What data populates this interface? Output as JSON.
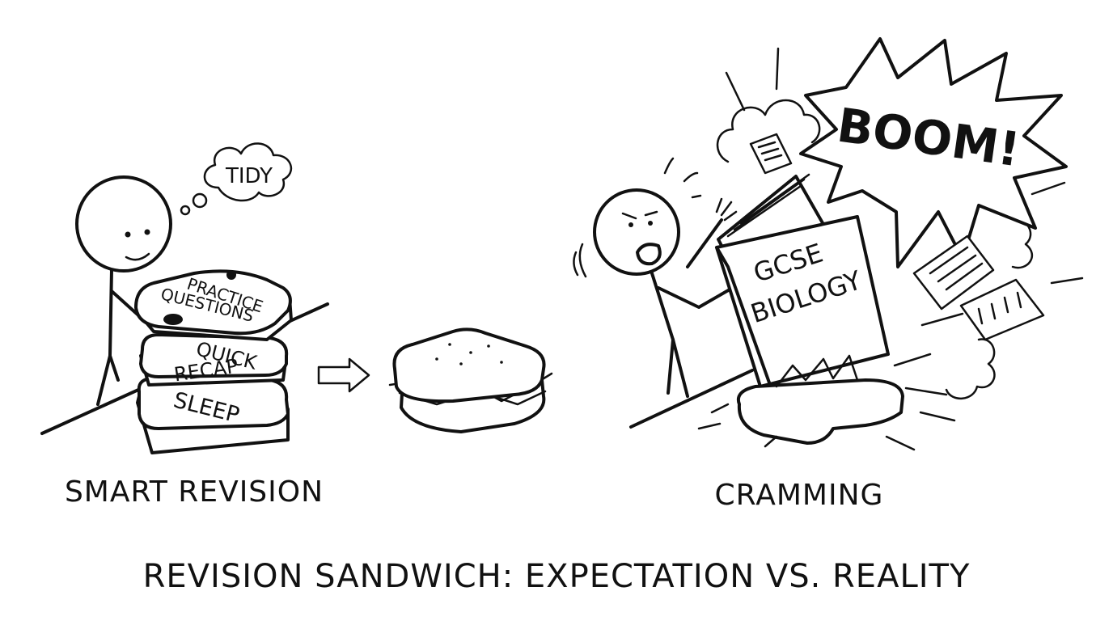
{
  "thought_bubble": {
    "text": "TIDY"
  },
  "layers": {
    "top": [
      "PRACTICE",
      "QUESTIONS"
    ],
    "middle": [
      "QUICK",
      "RECAP"
    ],
    "bottom": "SLEEP"
  },
  "book": {
    "lines": [
      "GCSE",
      "BIOLOGY"
    ]
  },
  "burst": {
    "text": "BOOM!"
  },
  "captions": {
    "left": "SMART REVISION",
    "right": "CRAMMING"
  },
  "title": "REVISION SANDWICH: EXPECTATION VS. REALITY",
  "colors": {
    "ink": "#111111",
    "background": "#ffffff"
  }
}
